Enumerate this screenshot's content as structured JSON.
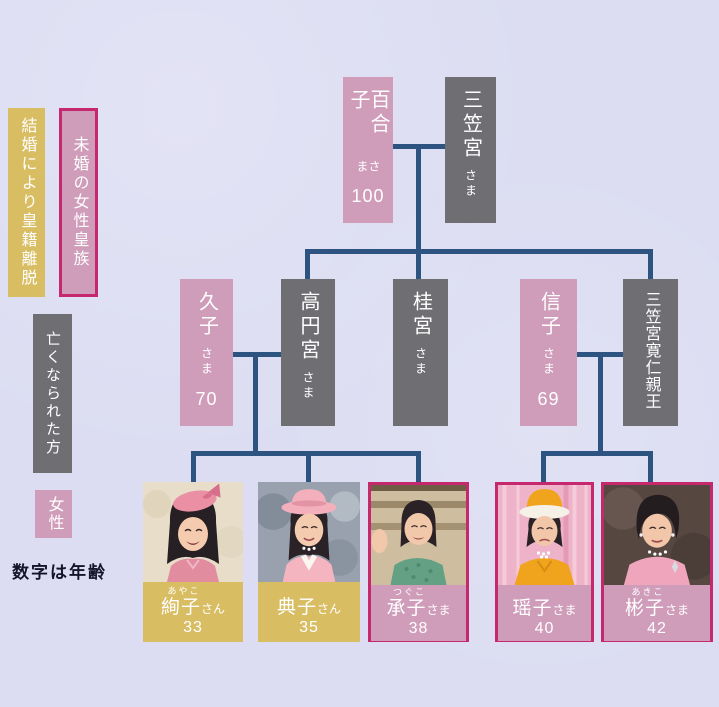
{
  "colors": {
    "background": "#dcddf2",
    "female_pink": "#cf9cba",
    "deceased_gray": "#6f6e73",
    "married_out_yellow": "#d9bd62",
    "unmarried_border_magenta": "#c5286d",
    "connector_navy": "#2d5380",
    "box_text_white": "#ffffff",
    "note_text_dark": "#15152a"
  },
  "legend": {
    "married_out": "結婚により皇籍離脱",
    "unmarried_female": "未婚の女性皇族",
    "deceased": "亡くなられた方",
    "female": "女性",
    "age_note": "数字は年齢"
  },
  "tree": {
    "gen1": [
      {
        "name": "百合子",
        "suffix": "さま",
        "age": "100"
      },
      {
        "name": "三笠宮",
        "suffix": "さま"
      }
    ],
    "gen2": [
      {
        "name": "久子",
        "suffix": "さま",
        "age": "70"
      },
      {
        "name": "高円宮",
        "suffix": "さま"
      },
      {
        "name": "桂宮",
        "suffix": "さま"
      },
      {
        "name": "信子",
        "suffix": "さま",
        "age": "69"
      },
      {
        "name": "三笠宮寛仁親王"
      }
    ],
    "gen3": [
      {
        "furigana": "あやこ",
        "name": "絢子",
        "suffix": "さん",
        "age": "33"
      },
      {
        "furigana": "",
        "name": "典子",
        "suffix": "さん",
        "age": "35"
      },
      {
        "furigana": "つぐこ",
        "name": "承子",
        "suffix": "さま",
        "age": "38"
      },
      {
        "furigana": "",
        "name": "瑶子",
        "suffix": "さま",
        "age": "40"
      },
      {
        "furigana": "あきこ",
        "name": "彬子",
        "suffix": "さま",
        "age": "42"
      }
    ]
  }
}
